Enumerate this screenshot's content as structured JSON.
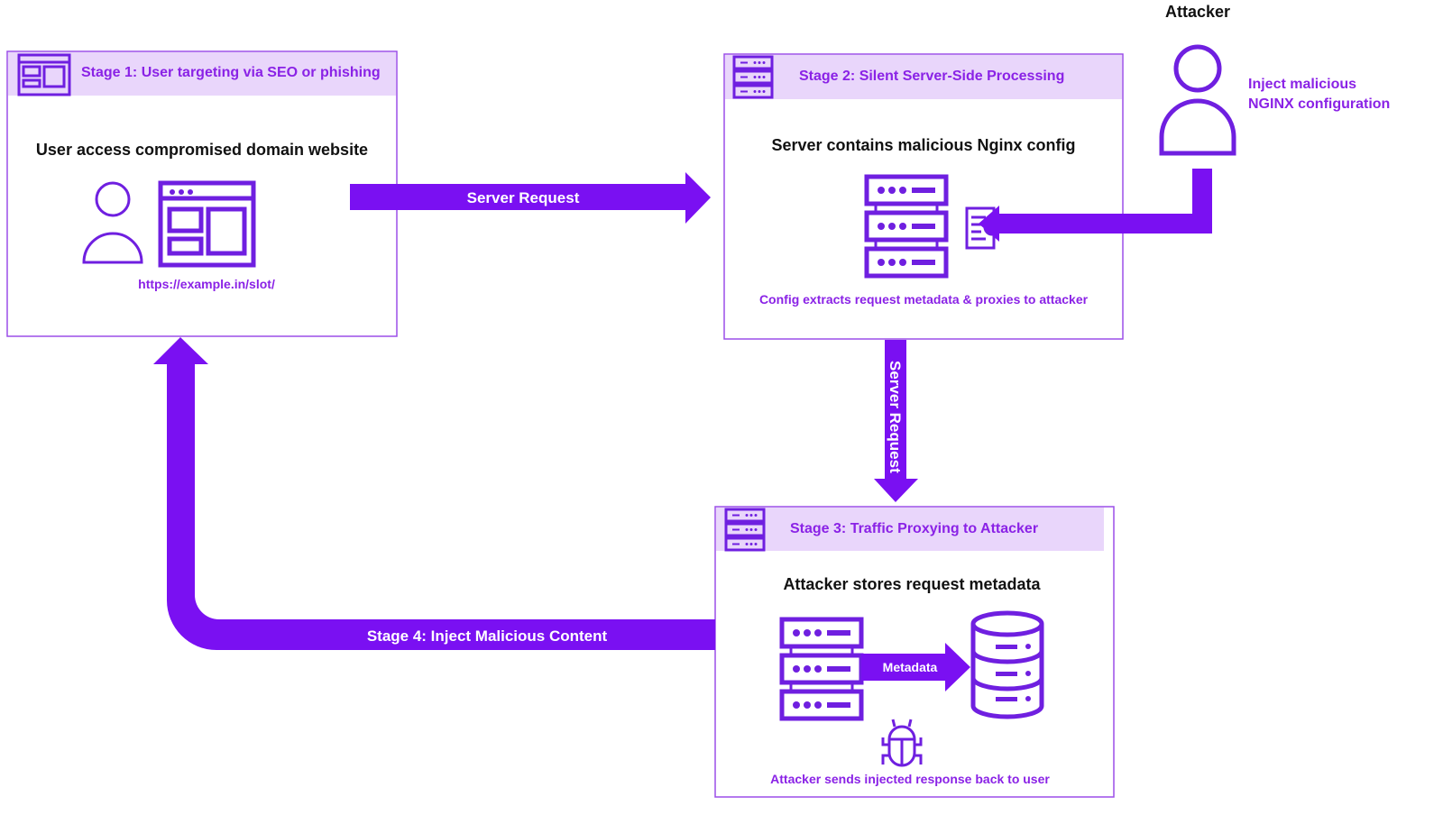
{
  "colors": {
    "accent": "#7a10f2",
    "header_bg": "#e9d6fb",
    "icon": "#6f1fe0",
    "text_accent": "#8a22e6"
  },
  "stage1": {
    "header": "Stage 1: User targeting via SEO or phishing",
    "title": "User access compromised domain website",
    "url": "https://example.in/slot/",
    "icons": [
      "browser-window-icon",
      "user-icon"
    ]
  },
  "stage2": {
    "header": "Stage 2: Silent Server-Side Processing",
    "title": "Server contains malicious Nginx config",
    "caption": "Config extracts request metadata & proxies to attacker",
    "icons": [
      "server-rack-icon",
      "config-document-check-icon"
    ]
  },
  "stage3": {
    "header": "Stage 3: Traffic Proxying to Attacker",
    "title": "Attacker stores request metadata",
    "metadata_label": "Metadata",
    "caption": "Attacker sends injected response back to user",
    "icons": [
      "server-rack-icon",
      "database-icon",
      "bug-icon"
    ]
  },
  "attacker": {
    "label": "Attacker",
    "note_line1": "Inject malicious",
    "note_line2": "NGINX configuration"
  },
  "arrows": {
    "server_request_1": "Server Request",
    "server_request_2": "Server Request",
    "stage4": "Stage 4: Inject Malicious Content"
  }
}
